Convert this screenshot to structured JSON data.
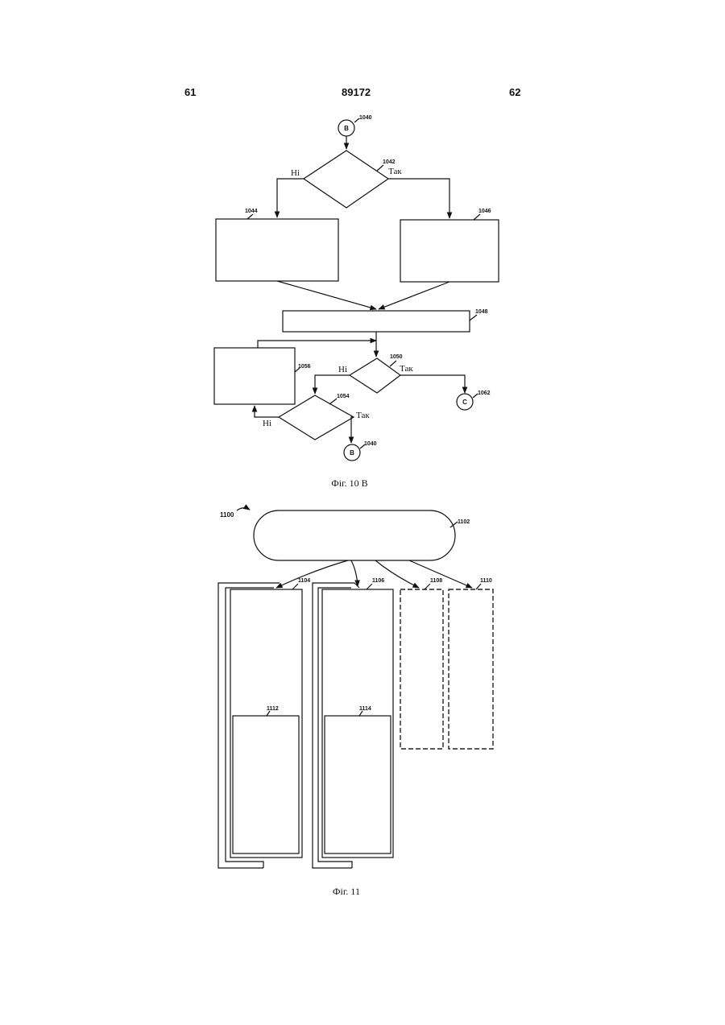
{
  "header": {
    "left_page": "61",
    "center_number": "89172",
    "right_page": "62"
  },
  "fig10b": {
    "caption": "Фіг. 10 В",
    "yes": "Так",
    "no": "Ні",
    "connector_b": "B",
    "connector_c": "C",
    "refs": {
      "top_connector": "1040",
      "decision_1": "1042",
      "box_left": "1044",
      "box_right": "1046",
      "merge_box": "1048",
      "decision_2": "1050",
      "side_box": "1056",
      "decision_3": "1054",
      "bottom_connector": "1040",
      "connector_c": "1062"
    }
  },
  "fig11": {
    "caption": "Фіг. 11",
    "refs": {
      "system": "1100",
      "top_oval": "1102",
      "col1": "1104",
      "col2": "1106",
      "col3": "1108",
      "col4": "1110",
      "inner1": "1112",
      "inner2": "1114"
    }
  }
}
